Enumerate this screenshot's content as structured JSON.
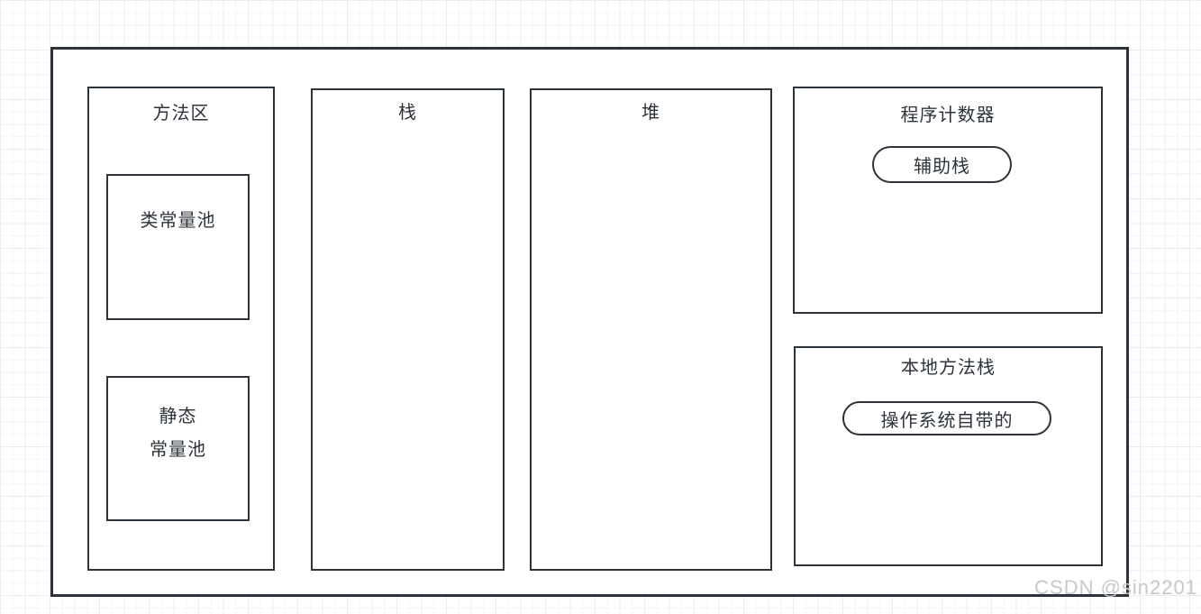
{
  "diagram": {
    "method_area": {
      "label": "方法区"
    },
    "class_constant_pool": {
      "label": "类常量池"
    },
    "static_constant_pool": {
      "line1": "静态",
      "line2": "常量池"
    },
    "stack": {
      "label": "栈"
    },
    "heap": {
      "label": "堆"
    },
    "program_counter": {
      "label": "程序计数器",
      "pill_label": "辅助栈"
    },
    "native_method_stack": {
      "label": "本地方法栈",
      "pill_label": "操作系统自带的"
    }
  },
  "watermark": {
    "text": "CSDN @sin2201"
  },
  "colors": {
    "border": "#2d333b",
    "text": "#2d333b",
    "box_fill": "#ffffff",
    "grid_minor": "#f6f6f6",
    "grid_major": "#ececec",
    "watermark": "#c8c8c8",
    "background": "#ffffff"
  }
}
